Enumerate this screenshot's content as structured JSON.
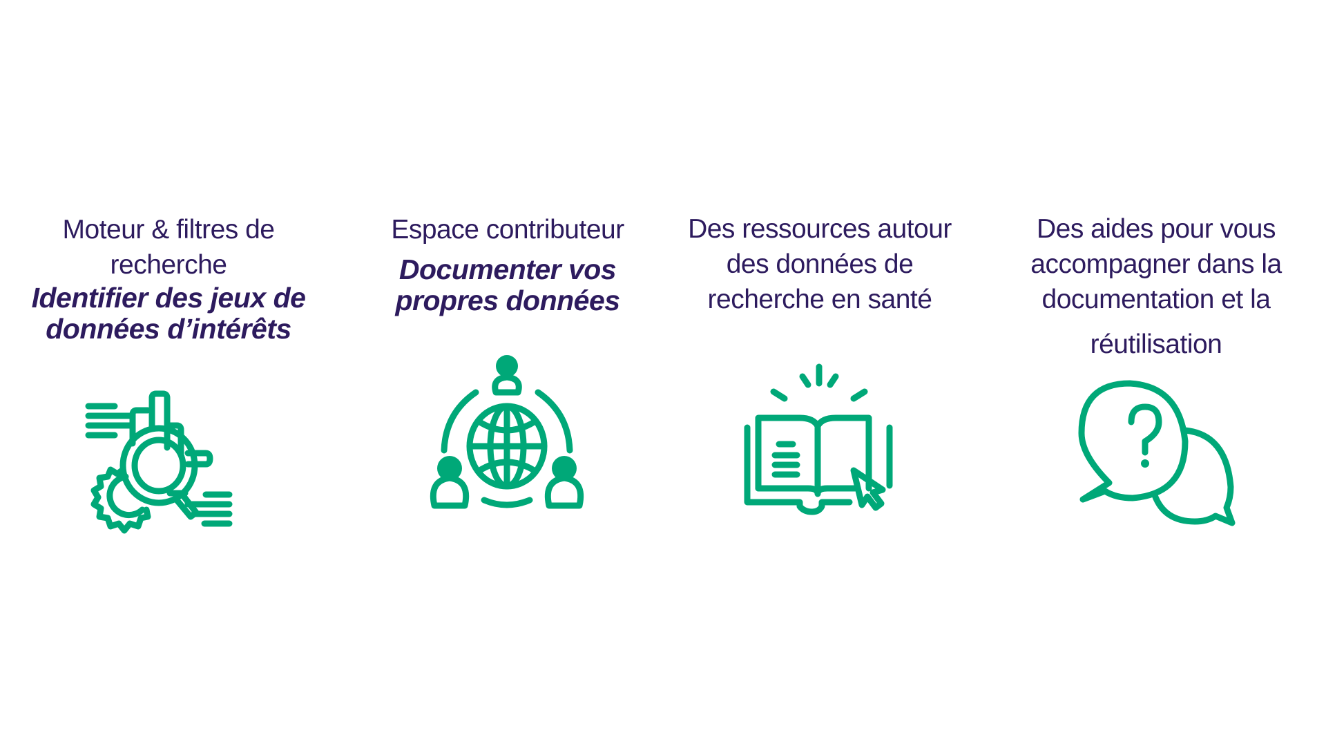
{
  "items": [
    {
      "title_lines": [
        "Moteur & filtres de",
        "recherche"
      ],
      "subtitle_lines": [
        "Identifier des jeux de",
        "données d’intérêts"
      ],
      "icon": "search-analytics-icon"
    },
    {
      "title_lines": [
        "Espace contributeur"
      ],
      "subtitle_lines": [
        "Documenter vos",
        "propres données"
      ],
      "icon": "global-network-icon"
    },
    {
      "title_lines": [
        "Des ressources autour",
        "des données de",
        "recherche en santé"
      ],
      "icon": "open-book-cursor-icon"
    },
    {
      "title_lines": [
        "Des aides pour vous",
        "accompagner dans la",
        "documentation et la",
        "réutilisation"
      ],
      "icon": "question-chat-icon"
    }
  ],
  "colors": {
    "text": "#2d1b5e",
    "accent": "#00a878",
    "background": "#ffffff"
  }
}
